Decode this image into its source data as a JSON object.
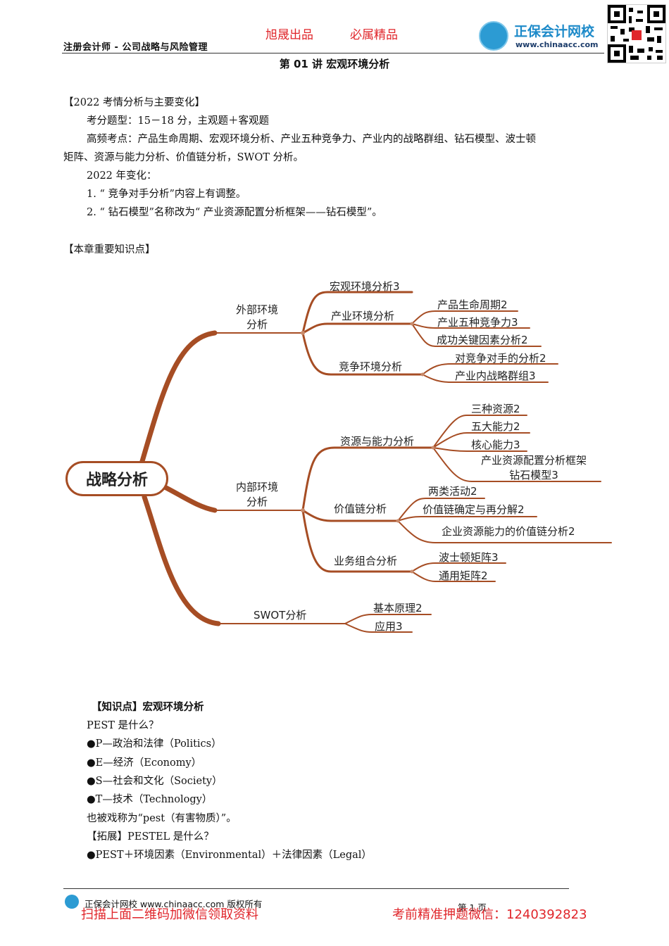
{
  "header": {
    "course": "注册会计师 - 公司战略与风险管理",
    "slogan1": "旭晟出品",
    "slogan2": "必属精品",
    "logo_name": "正保会计网校",
    "logo_url": "www.chinaacc.com",
    "lecture_title": "第 01 讲    宏观环境分析"
  },
  "intro": {
    "heading": "【2022 考情分析与主要变化】",
    "score_type": "考分题型：15－18 分，主观题＋客观题",
    "hot_points_1": "高频考点：产品生命周期、宏观环境分析、产业五种竞争力、产业内的战略群组、钻石模型、波士顿",
    "hot_points_2": "矩阵、资源与能力分析、价值链分析，SWOT 分析。",
    "change_title": "2022 年变化：",
    "change_1": "1. “ 竞争对手分析”内容上有调整。",
    "change_2": "2. “ 钻石模型”名称改为“ 产业资源配置分析框架——钻石模型”。",
    "key_points_heading": "【本章重要知识点】"
  },
  "mindmap": {
    "root": "战略分析",
    "external": "外部环境\n分析",
    "external_l1": "外部环境",
    "external_l2": "分析",
    "macro": "宏观环境分析3",
    "industry": "产业环境分析",
    "plc": "产品生命周期2",
    "five_forces": "产业五种竞争力3",
    "ksf": "成功关键因素分析2",
    "competition": "竞争环境分析",
    "competitor": "对竞争对手的分析2",
    "groups": "产业内战略群组3",
    "internal_l1": "内部环境",
    "internal_l2": "分析",
    "resource": "资源与能力分析",
    "three_res": "三种资源2",
    "five_cap": "五大能力2",
    "core_cap": "核心能力3",
    "diamond_1": "产业资源配置分析框架",
    "diamond_2": "钻石模型3",
    "value_chain": "价值链分析",
    "two_act": "两类活动2",
    "vc_confirm": "价值链确定与再分解2",
    "vc_company": "企业资源能力的价值链分析2",
    "portfolio": "业务组合分析",
    "bcg": "波士顿矩阵3",
    "ge": "通用矩阵2",
    "swot": "SWOT分析",
    "basic": "基本原理2",
    "apply": "应用3"
  },
  "knowledge": {
    "heading": "【知识点】宏观环境分析",
    "q1": "PEST 是什么？",
    "p": "●P—政治和法律（Politics）",
    "e": "●E—经济（Economy）",
    "s": "●S—社会和文化（Society）",
    "t": "●T—技术（Technology）",
    "nickname": "也被戏称为“pest（有害物质）”。",
    "ext_q": "【拓展】PESTEL 是什么？",
    "ext_a": "●PEST＋环境因素（Environmental）＋法律因素（Legal）"
  },
  "footer": {
    "copyright": "正保会计网校 www.chinaacc.com 版权所有",
    "page": "第 1 页",
    "promo_left": "扫描上面二维码加微信领取资料",
    "promo_right": "考前精准押题微信：1240392823"
  },
  "colors": {
    "branch": "#a64d24",
    "branch_light": "#c98a6a",
    "red": "#e0262b",
    "logo_blue": "#1d8ac9"
  }
}
